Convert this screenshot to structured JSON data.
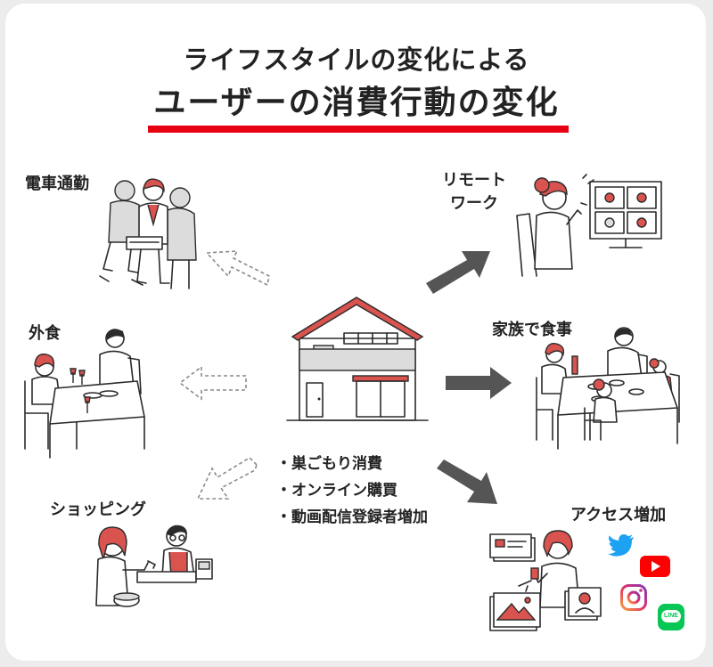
{
  "title": {
    "line1": "ライフスタイルの変化による",
    "line2": "ユーザーの消費行動の変化"
  },
  "labels": {
    "commute": "電車通勤",
    "eating_out": "外食",
    "shopping": "ショッピング",
    "remote_work_line1": "リモート",
    "remote_work_line2": "ワーク",
    "family_meal": "家族で食事",
    "access_increase": "アクセス増加"
  },
  "bullets": [
    "・巣ごもり消費",
    "・オンライン購買",
    "・動画配信登録者増加"
  ],
  "colors": {
    "accent_red": "#e60012",
    "arrow_dark": "#555555",
    "arrow_dashed": "#8a8a8a"
  },
  "icons": {
    "twitter": "twitter-icon",
    "youtube": "youtube-icon",
    "instagram": "instagram-icon",
    "line": "line-icon",
    "line_text": "LINE"
  }
}
